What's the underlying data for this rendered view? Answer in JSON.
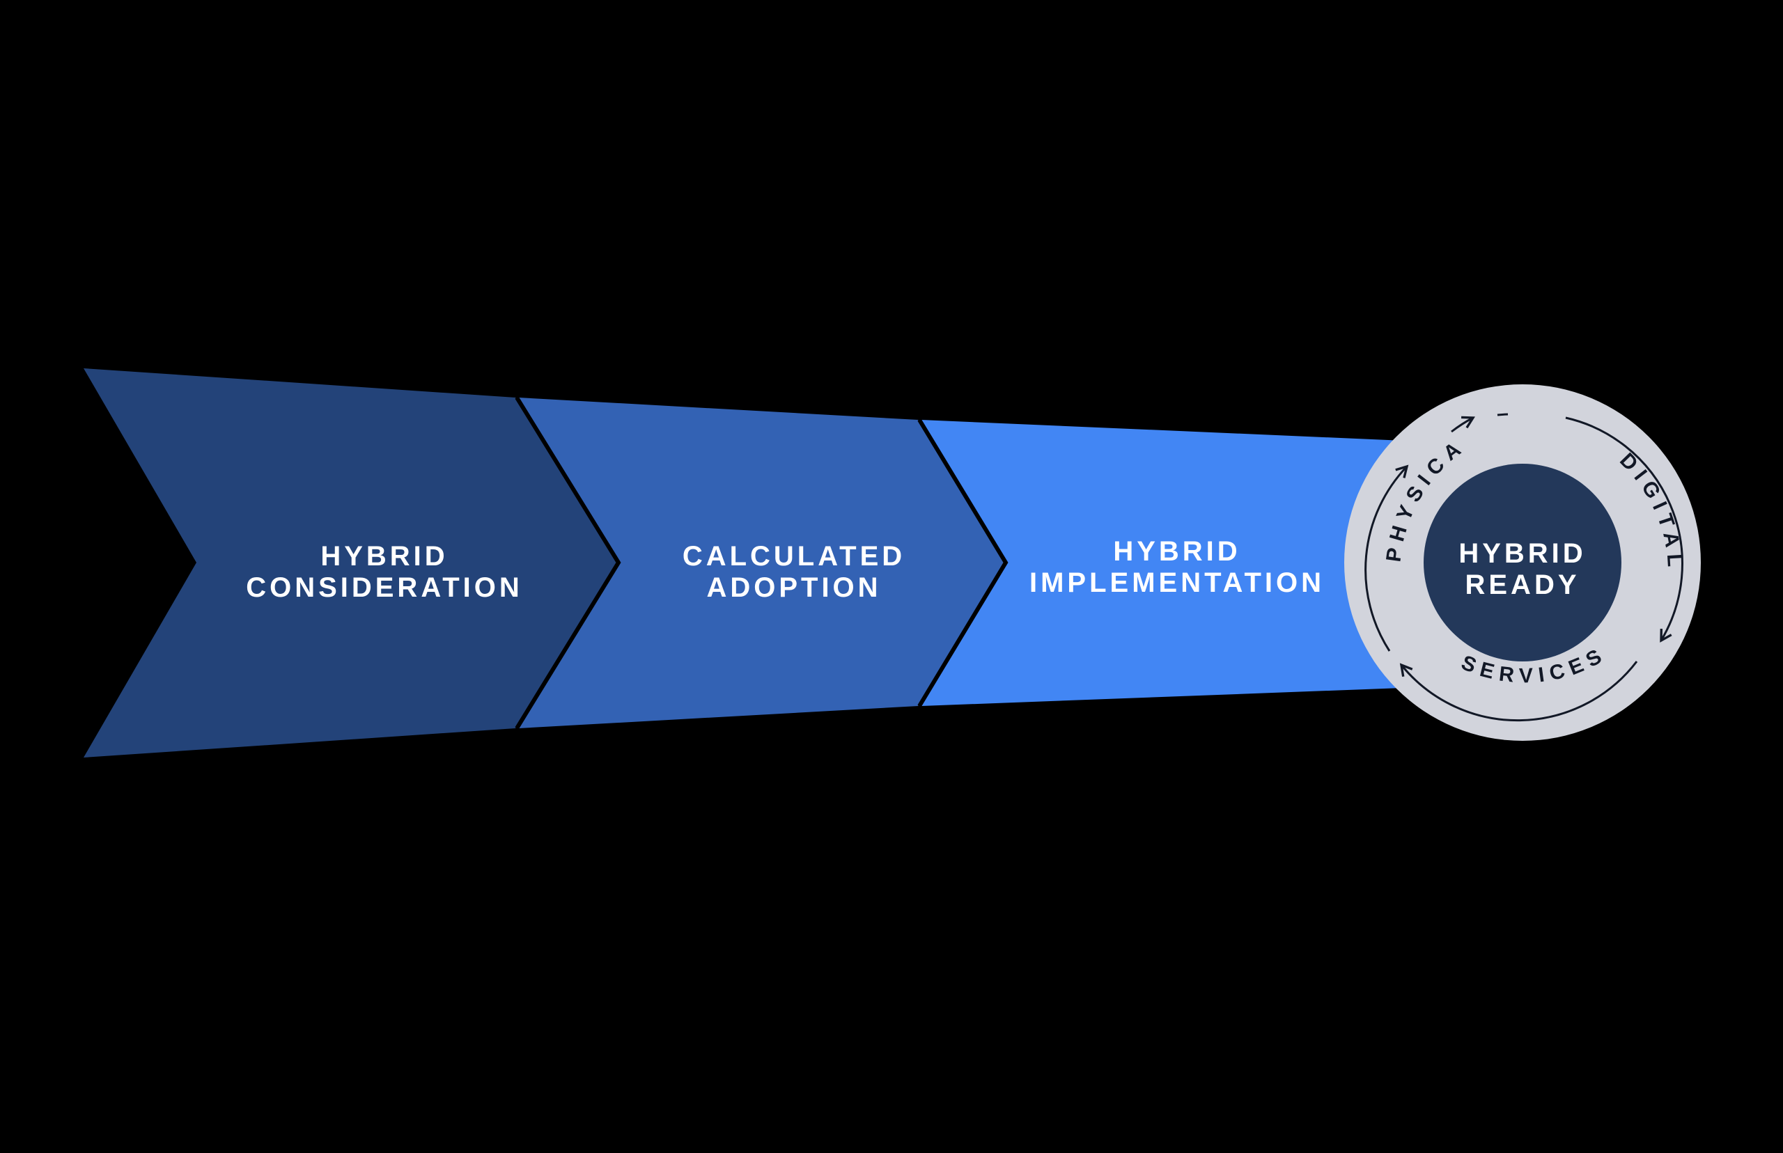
{
  "colors": {
    "background": "#000000",
    "stage1": "#234379",
    "stage2": "#3362b4",
    "stage3": "#4286f4",
    "divider": "#000000",
    "ring": "#d2d4dc",
    "core": "#23385a",
    "text": "#ffffff",
    "ring_text": "#121826"
  },
  "stages": [
    {
      "line1": "HYBRID",
      "line2": "CONSIDERATION"
    },
    {
      "line1": "CALCULATED",
      "line2": "ADOPTION"
    },
    {
      "line1": "HYBRID",
      "line2": "IMPLEMENTATION"
    }
  ],
  "goal": {
    "line1": "HYBRID",
    "line2": "READY",
    "ring_labels": {
      "left": "PHYSICAL",
      "right": "DIGITAL",
      "bottom": "SERVICES"
    }
  }
}
